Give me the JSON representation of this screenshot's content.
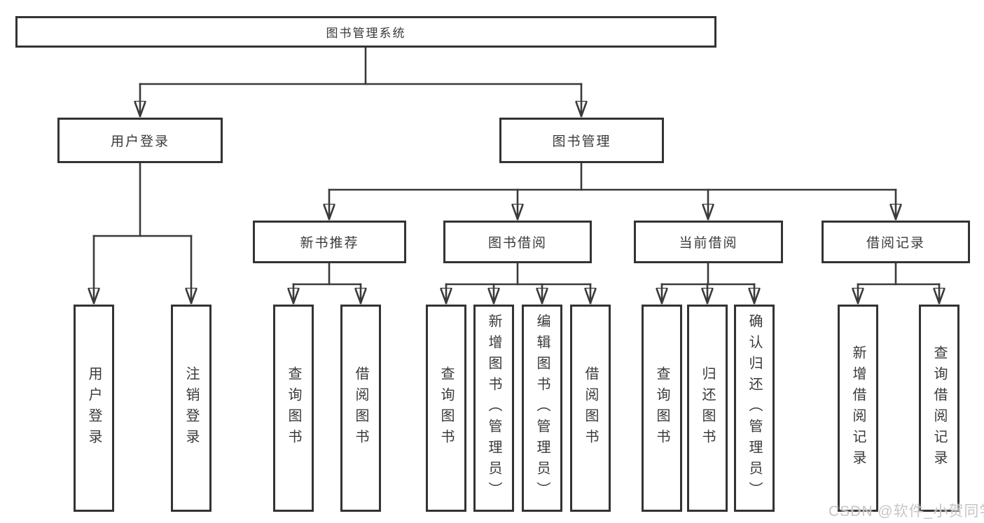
{
  "diagram": {
    "title": "图书管理系统",
    "branches": [
      {
        "label": "用户登录",
        "children": [
          "用户登录",
          "注销登录"
        ]
      },
      {
        "label": "图书管理",
        "children": [
          {
            "label": "新书推荐",
            "children": [
              "查询图书",
              "借阅图书"
            ]
          },
          {
            "label": "图书借阅",
            "children": [
              "查询图书",
              "新增图书（管理员）",
              "编辑图书（管理员）",
              "借阅图书"
            ]
          },
          {
            "label": "当前借阅",
            "children": [
              "查询图书",
              "归还图书",
              "确认归还（管理员）"
            ]
          },
          {
            "label": "借阅记录",
            "children": [
              "新增借阅记录",
              "查询借阅记录"
            ]
          }
        ]
      }
    ],
    "watermark": "CSDN @软件_小贺同学",
    "colors": {
      "line": "#3a3a3a",
      "box_border": "#333333",
      "text": "#3a3a3a",
      "watermark": "#c6c6c6",
      "background": "#ffffff"
    }
  }
}
